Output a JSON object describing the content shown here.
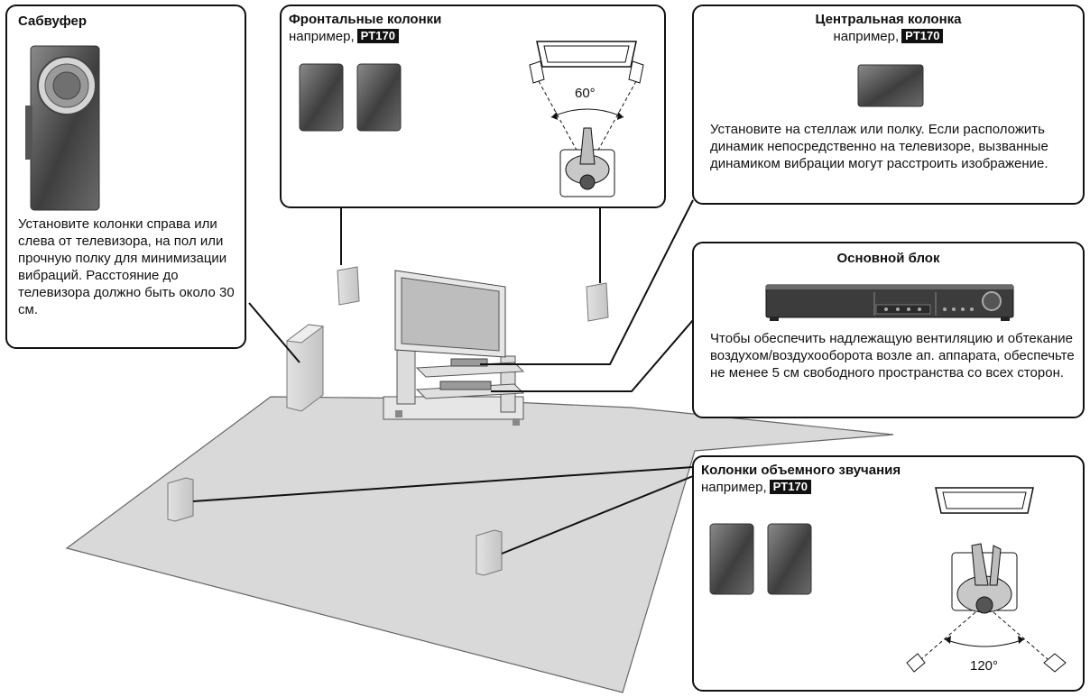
{
  "subwoofer": {
    "title": "Сабвуфер",
    "text": "Установите колонки справа или слева от телевизора, на пол или прочную полку для минимизации вибраций. Расстояние до телевизора должно быть около 30 см."
  },
  "front": {
    "title": "Фронтальные колонки",
    "example_prefix": "например,",
    "model_tag": "PT170",
    "angle": "60°"
  },
  "center": {
    "title": "Центральная колонка",
    "example_prefix": "например,",
    "model_tag": "PT170",
    "text": "Установите на стеллаж или полку. Если расположить динамик непосредственно на телевизоре, вызванные динамиком вибрации могут расстроить изображение."
  },
  "main_unit": {
    "title": "Основной блок",
    "text": "Чтобы обеспечить надлежащую вентиляцию и обтекание воздухом/воздухооборота возле ап. аппарата, обеспечьте не менее 5 см свободного пространства со всех сторон."
  },
  "surround": {
    "title": "Колонки объемного звучания",
    "example_prefix": "например,",
    "model_tag": "PT170",
    "angle": "120°"
  },
  "colors": {
    "outline": "#111111",
    "floor": "#d6d6d6",
    "speaker_dark": "#4a4a4a",
    "speaker_light": "#8a8a8a",
    "tag_bg": "#111111"
  }
}
